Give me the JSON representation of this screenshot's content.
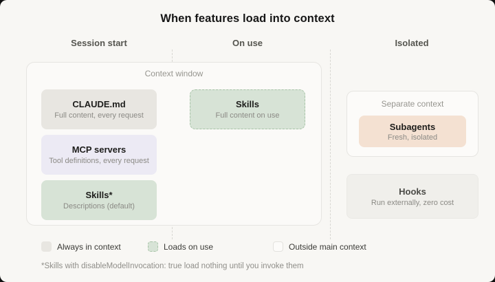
{
  "page": {
    "title": "When features load into context",
    "background": "#f8f7f4"
  },
  "columns": [
    {
      "label": "Session start"
    },
    {
      "label": "On use"
    },
    {
      "label": "Isolated"
    }
  ],
  "context_window": {
    "label": "Context window",
    "session_start_items": [
      {
        "title": "CLAUDE.md",
        "subtitle": "Full content, every request",
        "variant": "always-in-context",
        "color": "#e8e6e1"
      },
      {
        "title": "MCP servers",
        "subtitle": "Tool definitions, every request",
        "variant": "always-in-context-mcp",
        "color": "#eceaf4"
      },
      {
        "title": "Skills*",
        "subtitle": "Descriptions (default)",
        "variant": "loads-on-use",
        "color": "#d7e3d6"
      }
    ],
    "on_use_item": {
      "title": "Skills",
      "subtitle": "Full content on use",
      "variant": "loads-on-use-dashed",
      "color": "#d7e3d6",
      "border": "#a6c3a6"
    }
  },
  "isolated": {
    "separate_context": {
      "label": "Separate context",
      "item": {
        "title": "Subagents",
        "subtitle": "Fresh, isolated",
        "color": "#f4e1d2"
      }
    },
    "hooks": {
      "title": "Hooks",
      "subtitle": "Run externally, zero cost",
      "color": "#f0efeb"
    }
  },
  "legend": [
    {
      "label": "Always in context",
      "swatch": "always"
    },
    {
      "label": "Loads on use",
      "swatch": "loads"
    },
    {
      "label": "Outside main context",
      "swatch": "outside"
    }
  ],
  "footnote": "*Skills with disableModelInvocation: true load nothing until you invoke them"
}
